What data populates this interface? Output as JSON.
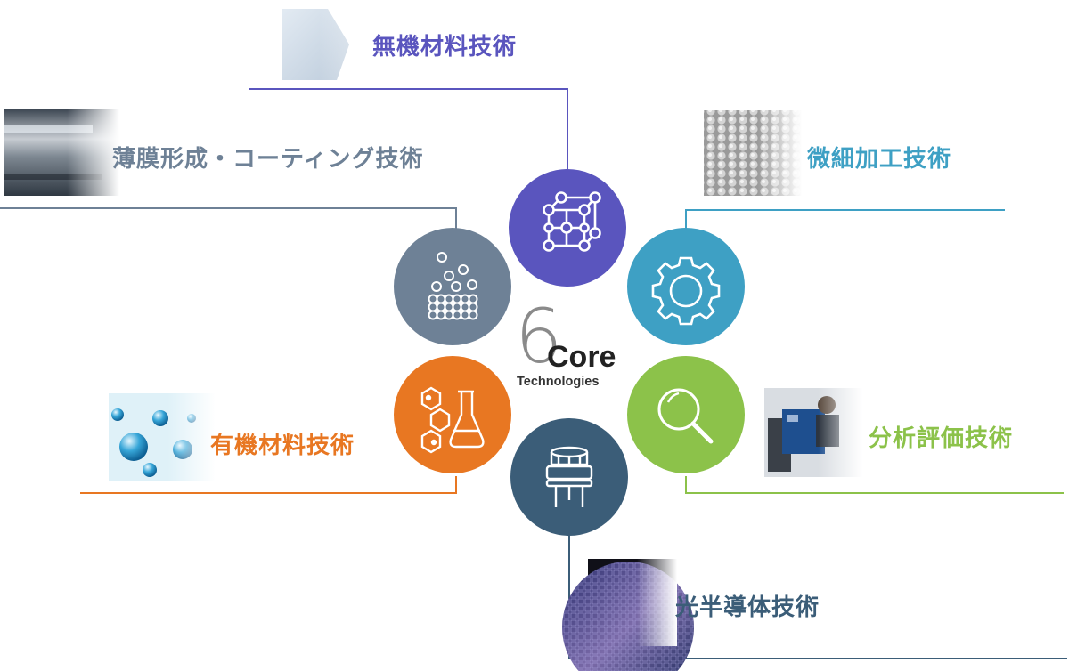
{
  "center": {
    "numeral": "6",
    "word": "Core",
    "subword": "Technologies"
  },
  "technologies": [
    {
      "id": "inorganic",
      "label": "無機材料技術",
      "color": "#5A55BE",
      "icon": "crystal-lattice-icon"
    },
    {
      "id": "microfab",
      "label": "微細加工技術",
      "color": "#3EA0C4",
      "icon": "gear-icon"
    },
    {
      "id": "analysis",
      "label": "分析評価技術",
      "color": "#8CC24A",
      "icon": "magnifier-icon"
    },
    {
      "id": "optosemi",
      "label": "光半導体技術",
      "color": "#3B5D78",
      "icon": "semiconductor-package-icon"
    },
    {
      "id": "organic",
      "label": "有機材料技術",
      "color": "#E87722",
      "icon": "flask-molecule-icon"
    },
    {
      "id": "thinfilm",
      "label": "薄膜形成・コーティング技術",
      "color": "#6E8196",
      "icon": "particle-stack-icon"
    }
  ]
}
